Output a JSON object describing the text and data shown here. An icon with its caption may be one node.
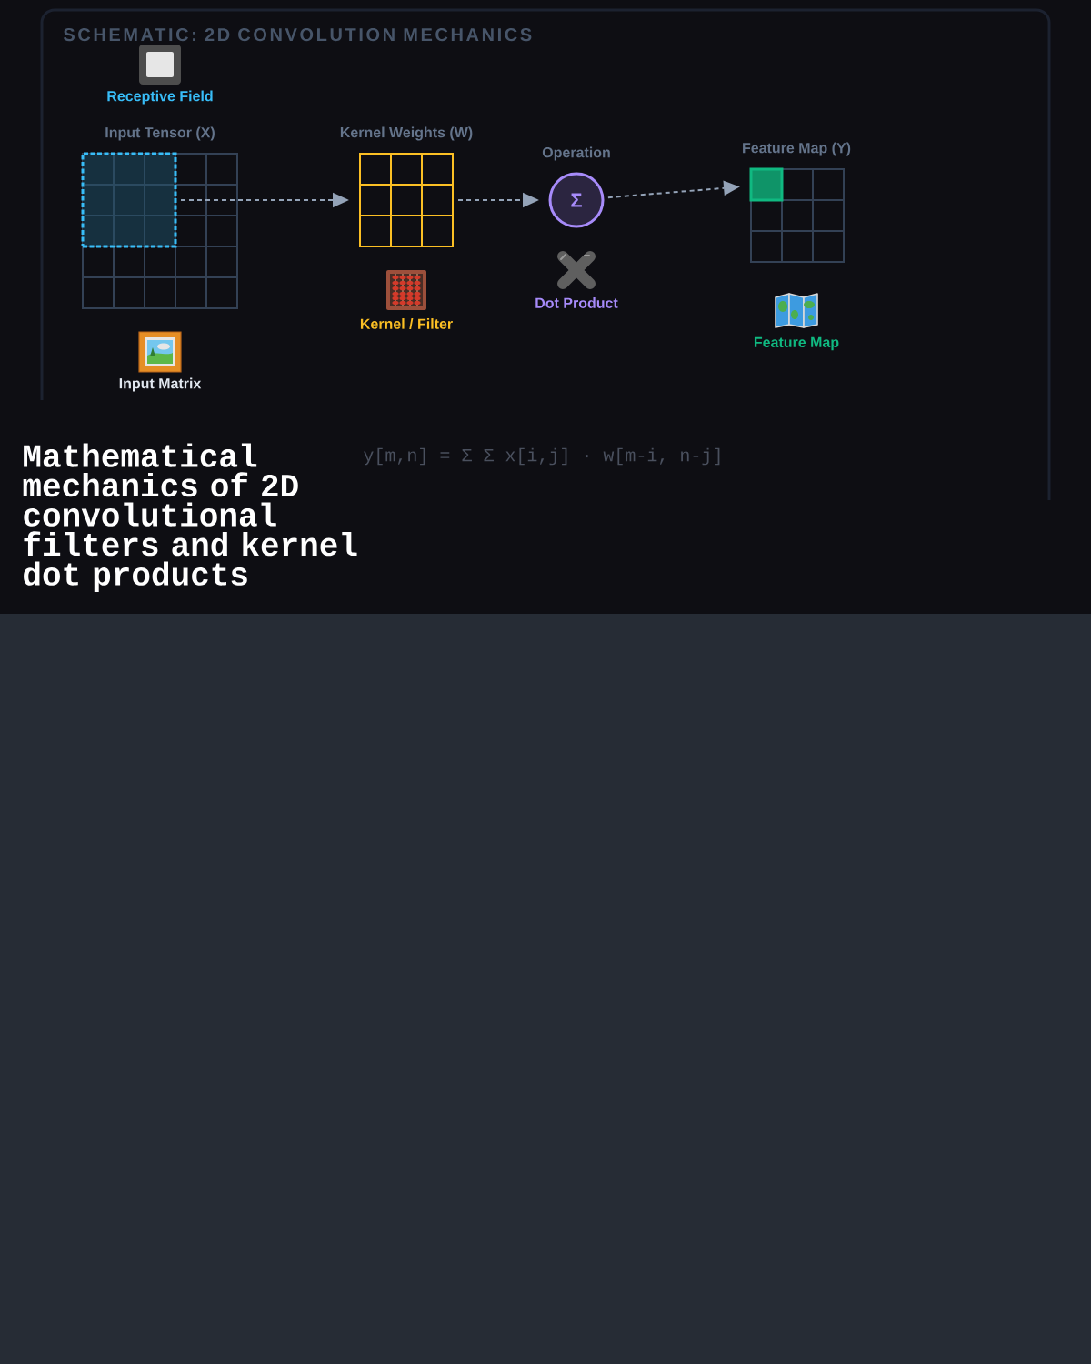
{
  "diagram": {
    "title": "SCHEMATIC: 2D CONVOLUTION MECHANICS",
    "caption": "Mathematical mechanics of 2D convolutional filters and kernel dot products",
    "nodes": [
      {
        "text": [
          "Input Tensor (X)"
        ]
      },
      {
        "text": [],
        "shape": "box",
        "in": 0,
        "beside": [
          "Receptive Field"
        ]
      },
      {
        "text": [
          "Kernel Weights (W)"
        ]
      },
      {
        "text": [
          "Operation",
          "Σ"
        ]
      },
      {
        "text": [
          "Feature Map (Y)"
        ]
      },
      {
        "text": [],
        "shape": "box",
        "in": 4
      }
    ],
    "edges": [
      {
        "from": 1,
        "to": 2,
        "arrow": "to",
        "style": "dashed"
      },
      {
        "from": 2,
        "to": 3,
        "arrow": "to",
        "style": "dashed"
      },
      {
        "from": 3,
        "to": 5,
        "arrow": "to",
        "style": "dashed"
      }
    ],
    "labels": [
      "Input Matrix",
      "Kernel / Filter",
      "Dot Product",
      "Feature Map",
      "y[m,n] = Σ Σ x[i,j] · w[m-i, n-j]"
    ]
  }
}
